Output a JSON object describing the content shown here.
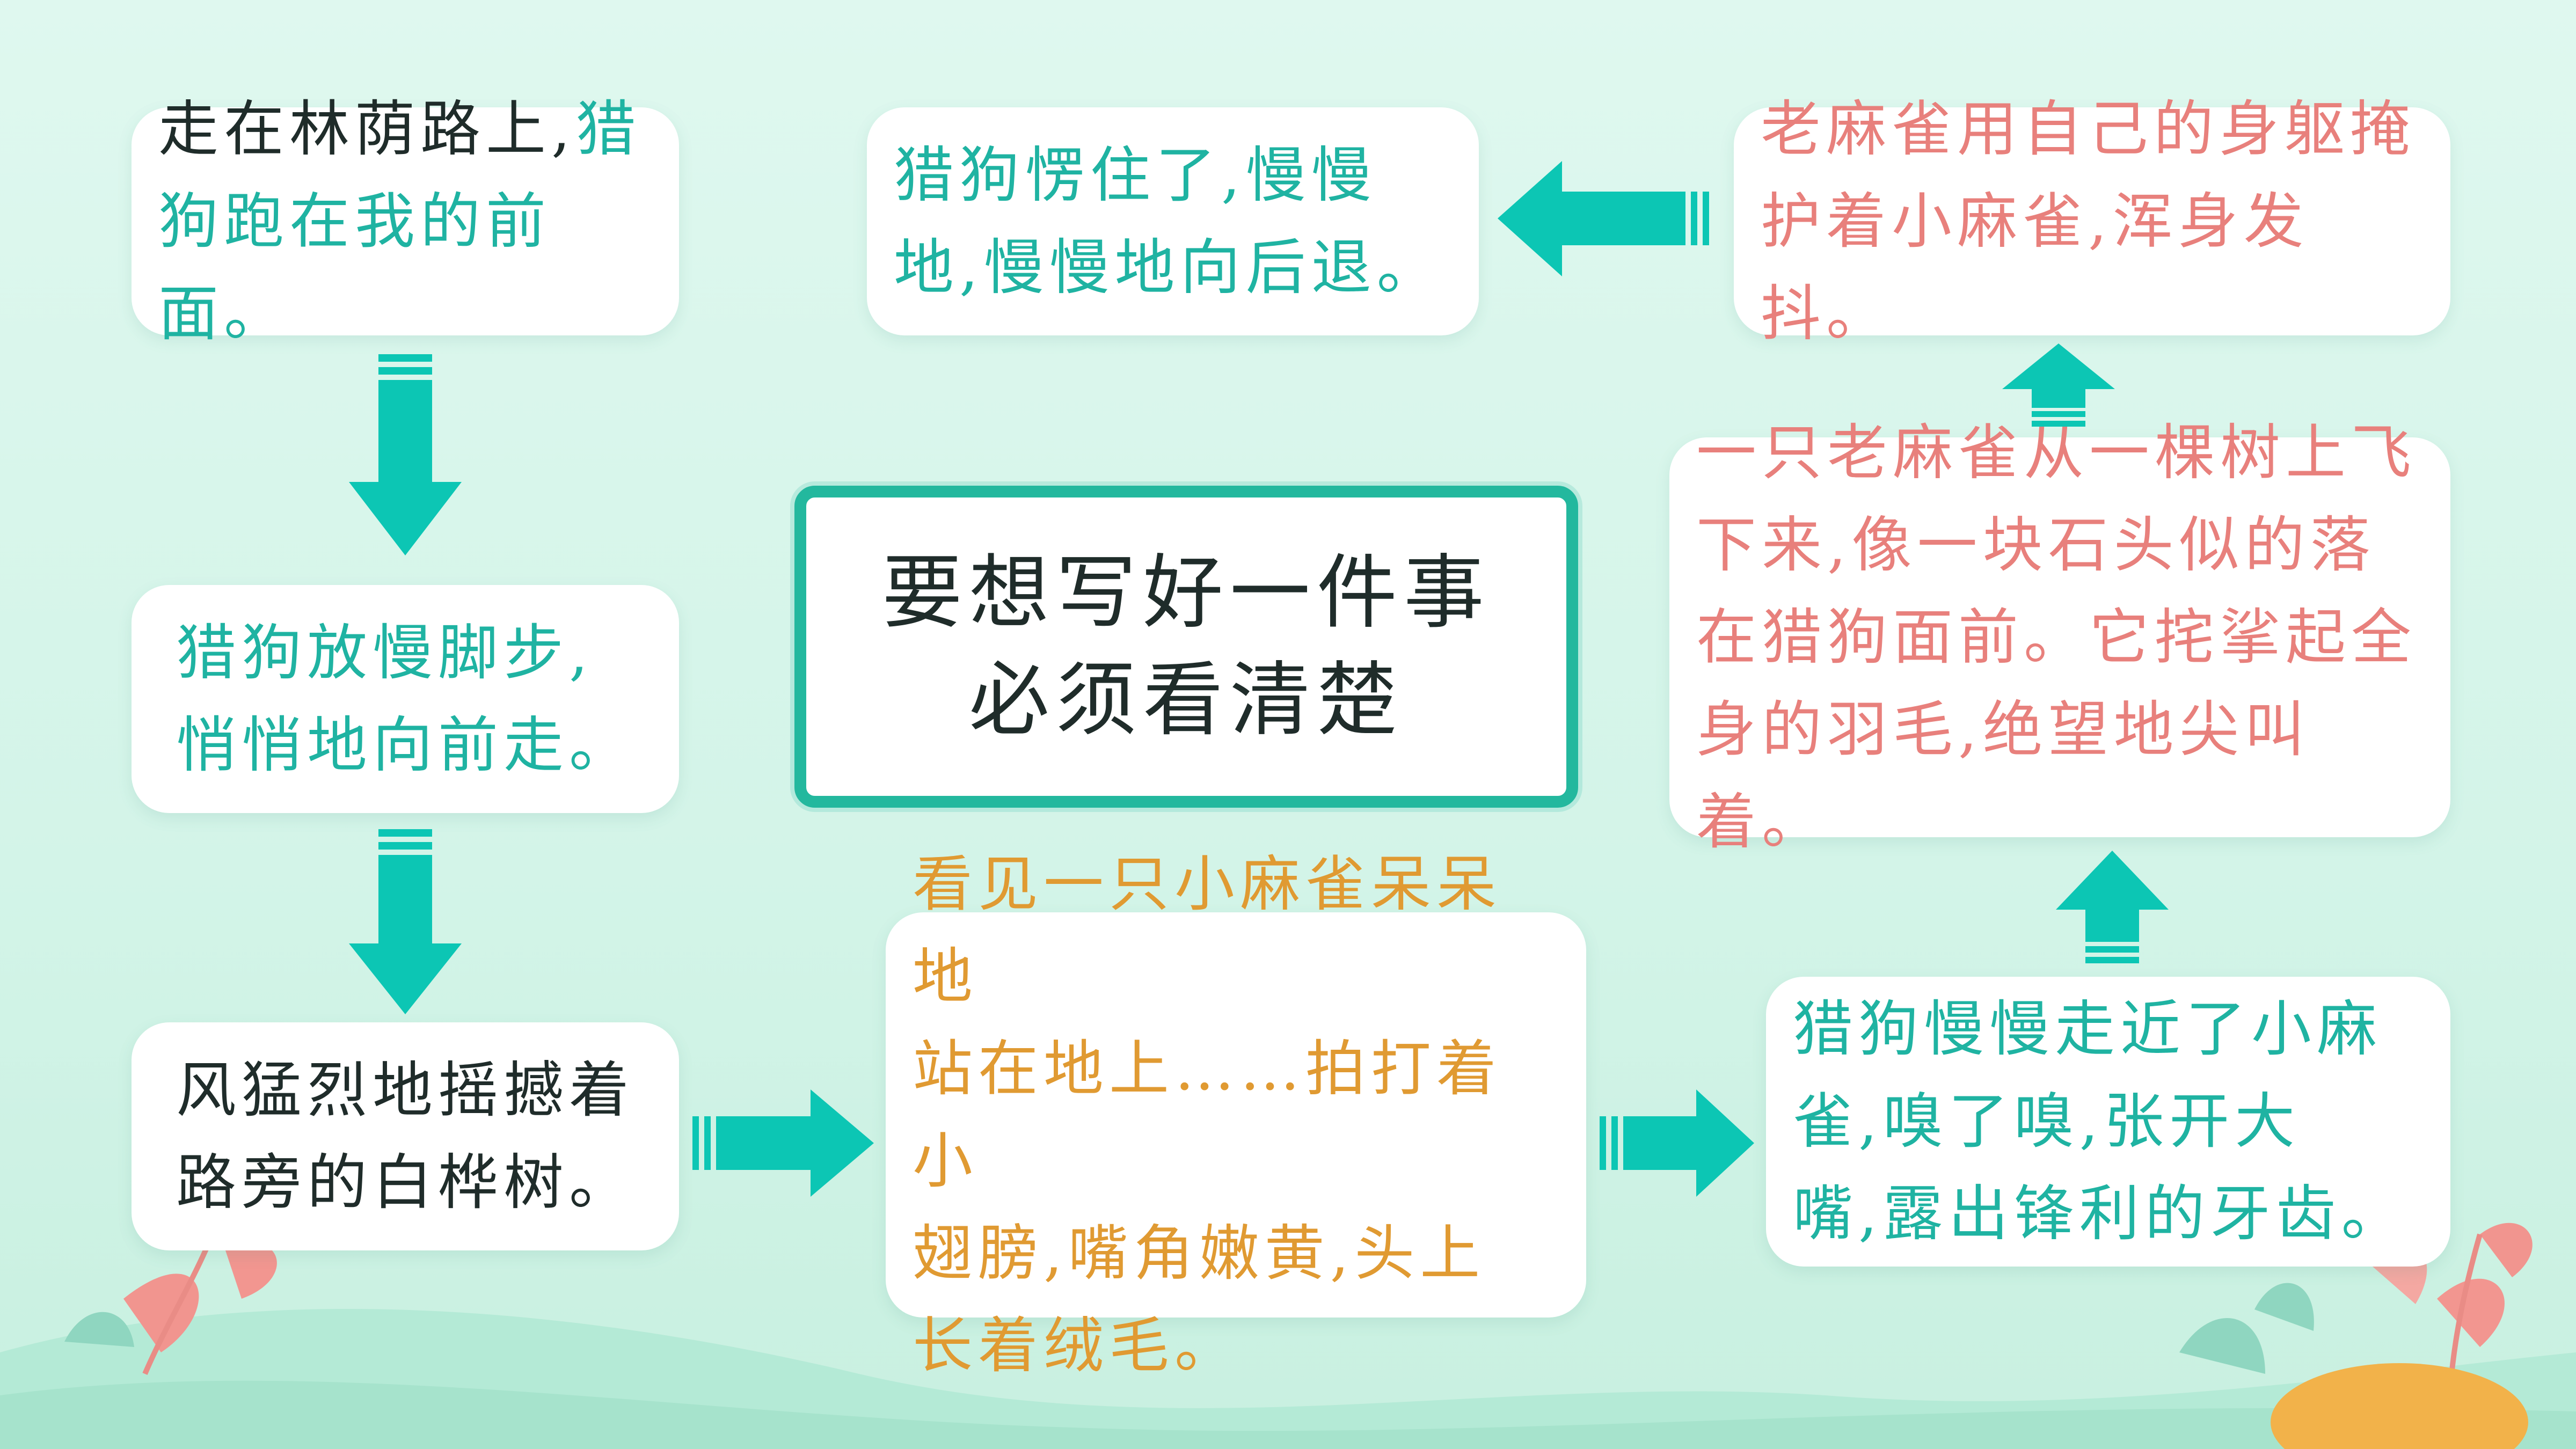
{
  "center": {
    "line1": "要想写好一件事",
    "line2": "必须看清楚"
  },
  "boxes": {
    "b1": {
      "dark": "走在林荫路上,",
      "teal_a": "猎",
      "teal_b": "狗跑在我的前面。"
    },
    "b2": {
      "line1": "猎狗放慢脚步,",
      "line2": "悄悄地向前走。"
    },
    "b3": {
      "line1": "风猛烈地摇撼着",
      "line2": "路旁的白桦树。"
    },
    "b4": {
      "line1": "看见一只小麻雀呆呆地",
      "line2": "站在地上……拍打着小",
      "line3": "翅膀,嘴角嫩黄,头上",
      "line4": "长着绒毛。"
    },
    "b5": {
      "line1": "猎狗慢慢走近了小麻",
      "line2": "雀,嗅了嗅,张开大",
      "line3": "嘴,露出锋利的牙齿。"
    },
    "b6": {
      "line1": "一只老麻雀从一棵树上飞",
      "line2": "下来,像一块石头似的落",
      "line3": "在猎狗面前。它挓挲起全",
      "line4": "身的羽毛,绝望地尖叫着。"
    },
    "b7": {
      "line1": "老麻雀用自己的身躯掩",
      "line2": "护着小麻雀,浑身发抖。"
    },
    "b8": {
      "line1": "猎狗愣住了,慢慢",
      "line2": "地,慢慢地向后退。"
    }
  },
  "colors": {
    "accent": "#23b89e",
    "arrow": "#0cc6b4",
    "teal_text": "#1fb3a2",
    "pink_text": "#e8807c",
    "orange_text": "#e09a32",
    "dark_text": "#1f2c2a"
  }
}
